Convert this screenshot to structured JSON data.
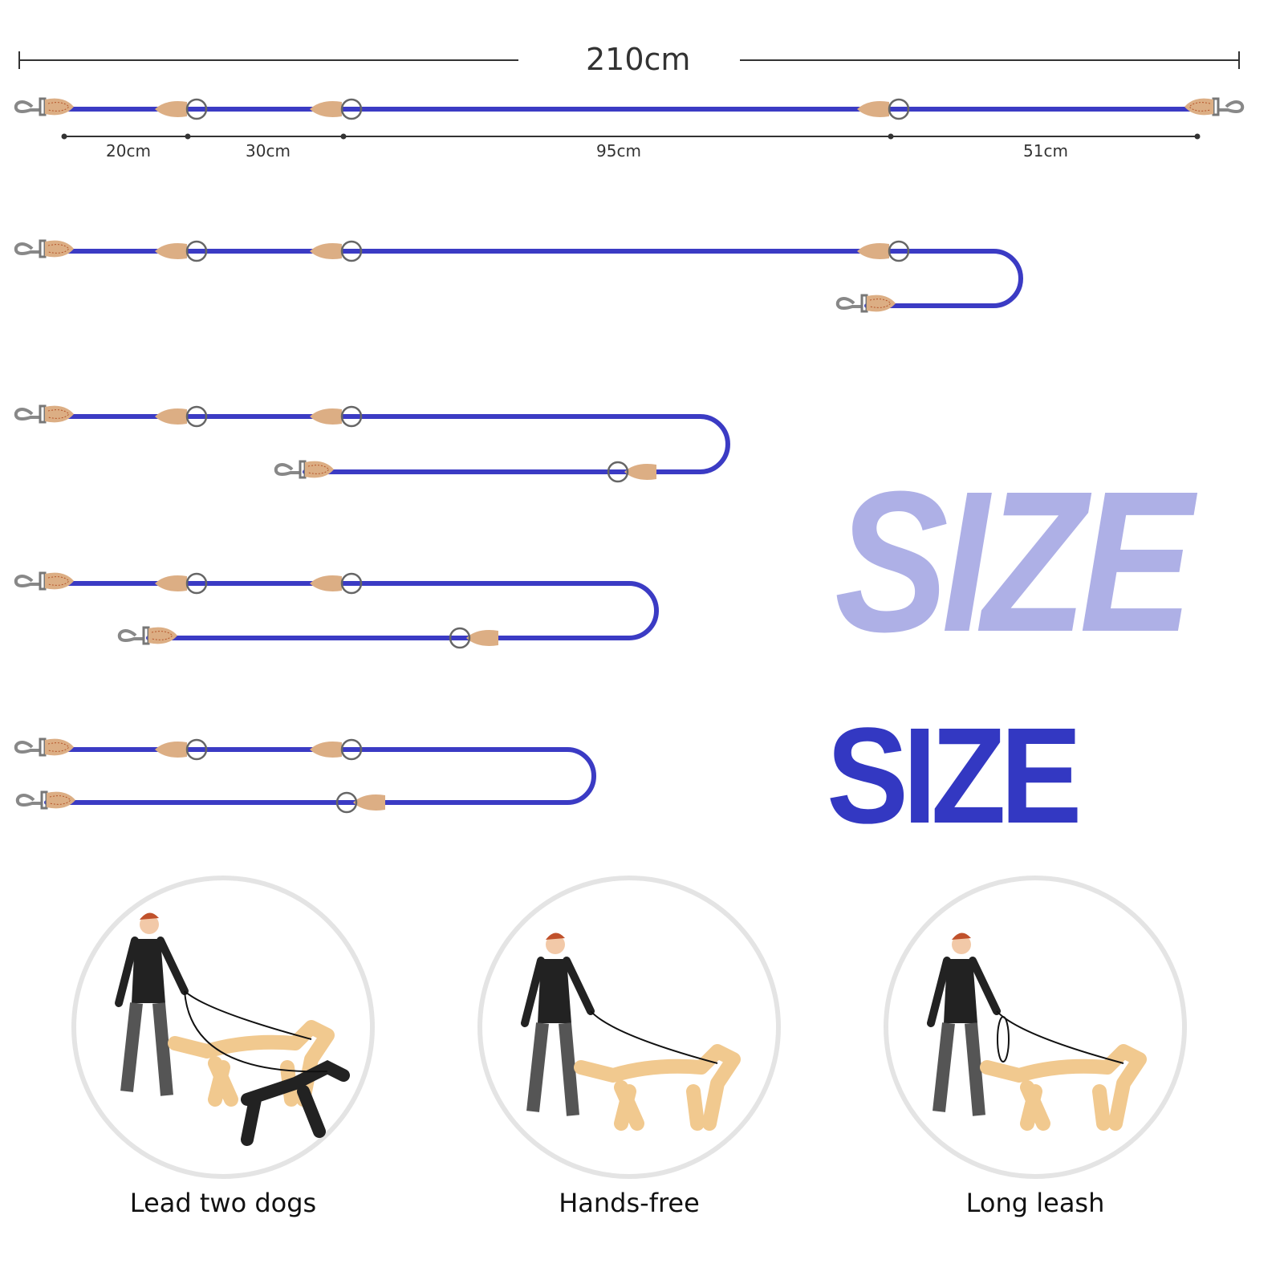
{
  "dimensions": {
    "total": "210cm",
    "segments": [
      "20cm",
      "30cm",
      "95cm",
      "51cm"
    ]
  },
  "title": {
    "outline": "SIZE",
    "solid": "SIZE"
  },
  "modes": [
    {
      "label": "Lead two dogs",
      "icon": "person-walking-two-dogs-icon"
    },
    {
      "label": "Hands-free",
      "icon": "person-hands-free-dog-icon"
    },
    {
      "label": "Long leash",
      "icon": "person-long-leash-dog-icon"
    }
  ],
  "colors": {
    "rope": "#3b3bc4",
    "leather": "#dcae84",
    "title": "#3338c2",
    "title_outline": "#aeb0e6"
  }
}
